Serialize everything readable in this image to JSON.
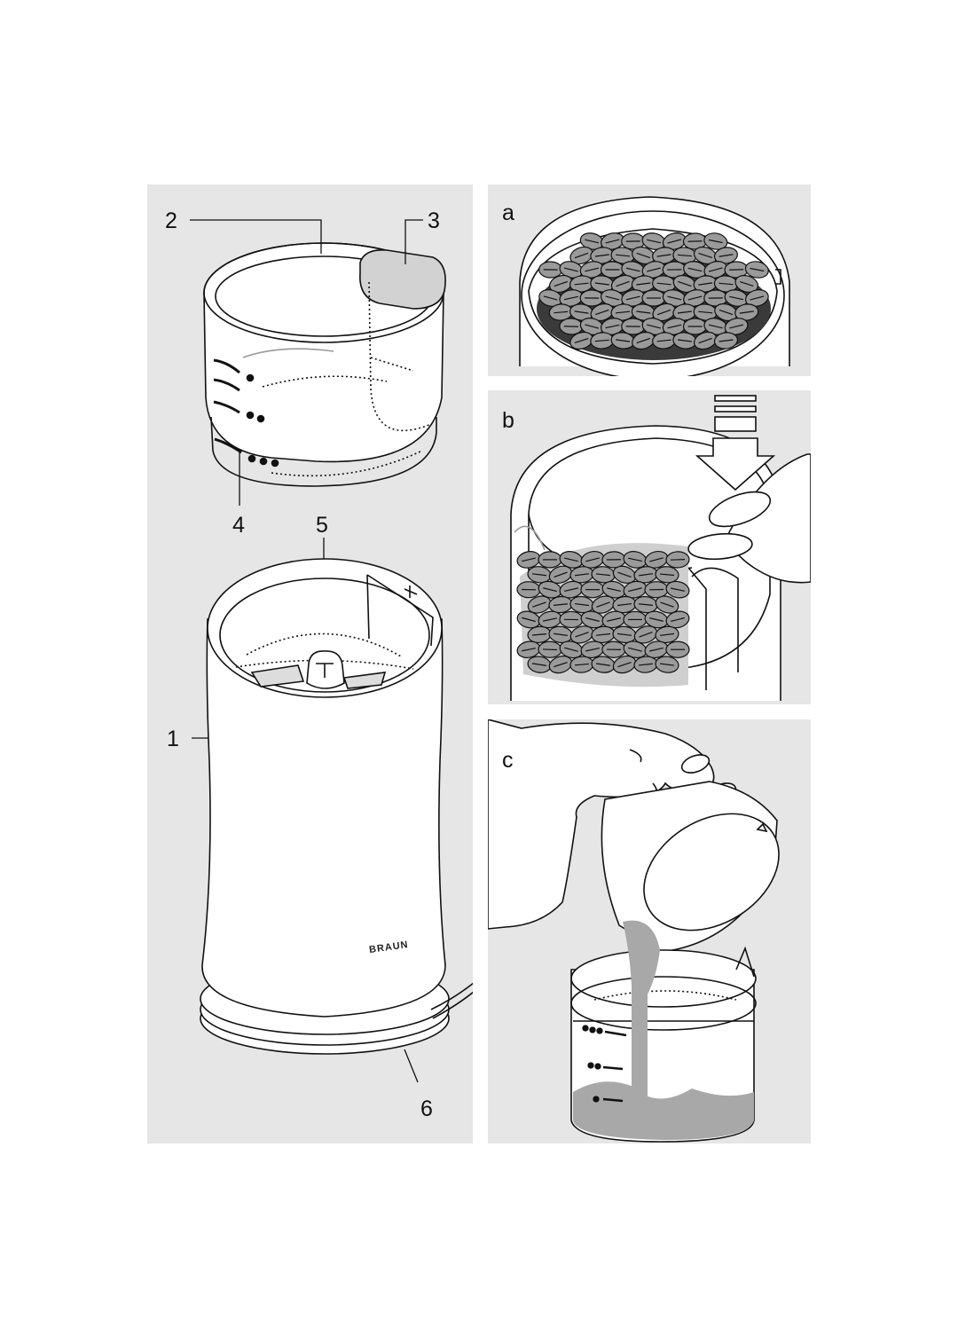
{
  "parts_figure": {
    "callouts": {
      "lid": "2",
      "cap": "3",
      "marks": "4",
      "blade": "5",
      "body": "1",
      "cord": "6"
    },
    "brand": "BRAUN"
  },
  "steps": [
    {
      "letter": "a"
    },
    {
      "letter": "b"
    },
    {
      "letter": "c"
    }
  ],
  "colors": {
    "panel_bg": "#e6e6e6",
    "bean": "#9a9a9a",
    "dark": "#3a3a3a",
    "powder": "#a8a8a8"
  }
}
